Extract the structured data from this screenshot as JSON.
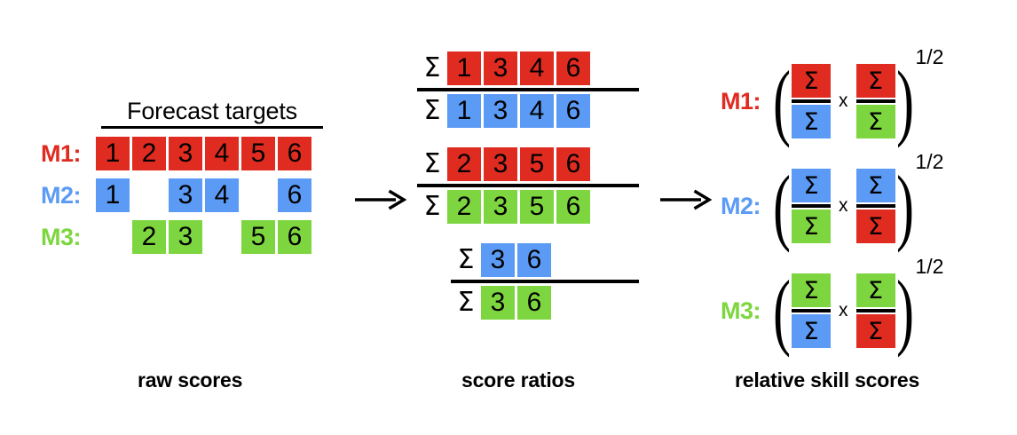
{
  "colors": {
    "red": "#E02B20",
    "blue": "#5B9BF5",
    "green": "#7DD63F",
    "black": "#000000",
    "background": "#FFFFFF"
  },
  "panel_raw": {
    "heading": "Forecast targets",
    "rows": [
      {
        "label": "M1:",
        "color": "#E02B20",
        "cells": [
          {
            "value": "1",
            "present": true
          },
          {
            "value": "2",
            "present": true
          },
          {
            "value": "3",
            "present": true
          },
          {
            "value": "4",
            "present": true
          },
          {
            "value": "5",
            "present": true
          },
          {
            "value": "6",
            "present": true
          }
        ]
      },
      {
        "label": "M2:",
        "color": "#5B9BF5",
        "cells": [
          {
            "value": "1",
            "present": true
          },
          {
            "value": "",
            "present": false
          },
          {
            "value": "3",
            "present": true
          },
          {
            "value": "4",
            "present": true
          },
          {
            "value": "",
            "present": false
          },
          {
            "value": "6",
            "present": true
          }
        ]
      },
      {
        "label": "M3:",
        "color": "#7DD63F",
        "cells": [
          {
            "value": "",
            "present": false
          },
          {
            "value": "2",
            "present": true
          },
          {
            "value": "3",
            "present": true
          },
          {
            "value": "",
            "present": false
          },
          {
            "value": "5",
            "present": true
          },
          {
            "value": "6",
            "present": true
          }
        ]
      }
    ],
    "caption": "raw scores"
  },
  "arrows": {
    "first": "arrow-right",
    "second": "arrow-right"
  },
  "panel_ratios": {
    "caption": "score ratios",
    "sigma": "Σ",
    "fractions": [
      {
        "name": "m1-over-m2",
        "numerator": {
          "color": "#E02B20",
          "values": [
            "1",
            "3",
            "4",
            "6"
          ]
        },
        "denominator": {
          "color": "#5B9BF5",
          "values": [
            "1",
            "3",
            "4",
            "6"
          ]
        }
      },
      {
        "name": "m1-over-m3",
        "numerator": {
          "color": "#E02B20",
          "values": [
            "2",
            "3",
            "5",
            "6"
          ]
        },
        "denominator": {
          "color": "#7DD63F",
          "values": [
            "2",
            "3",
            "5",
            "6"
          ]
        }
      },
      {
        "name": "m2-over-m3",
        "numerator": {
          "color": "#5B9BF5",
          "values": [
            "3",
            "6"
          ]
        },
        "denominator": {
          "color": "#7DD63F",
          "values": [
            "3",
            "6"
          ]
        }
      }
    ]
  },
  "panel_skill": {
    "caption": "relative skill scores",
    "sigma": "Σ",
    "times": "x",
    "exponent": "1/2",
    "paren_open": "(",
    "paren_close": ")",
    "rows": [
      {
        "label": "M1:",
        "color": "#E02B20",
        "first_fraction": {
          "numerator_color": "#E02B20",
          "denominator_color": "#5B9BF5"
        },
        "second_fraction": {
          "numerator_color": "#E02B20",
          "denominator_color": "#7DD63F"
        }
      },
      {
        "label": "M2:",
        "color": "#5B9BF5",
        "first_fraction": {
          "numerator_color": "#5B9BF5",
          "denominator_color": "#7DD63F"
        },
        "second_fraction": {
          "numerator_color": "#5B9BF5",
          "denominator_color": "#E02B20"
        }
      },
      {
        "label": "M3:",
        "color": "#7DD63F",
        "first_fraction": {
          "numerator_color": "#7DD63F",
          "denominator_color": "#5B9BF5"
        },
        "second_fraction": {
          "numerator_color": "#7DD63F",
          "denominator_color": "#E02B20"
        }
      }
    ]
  }
}
